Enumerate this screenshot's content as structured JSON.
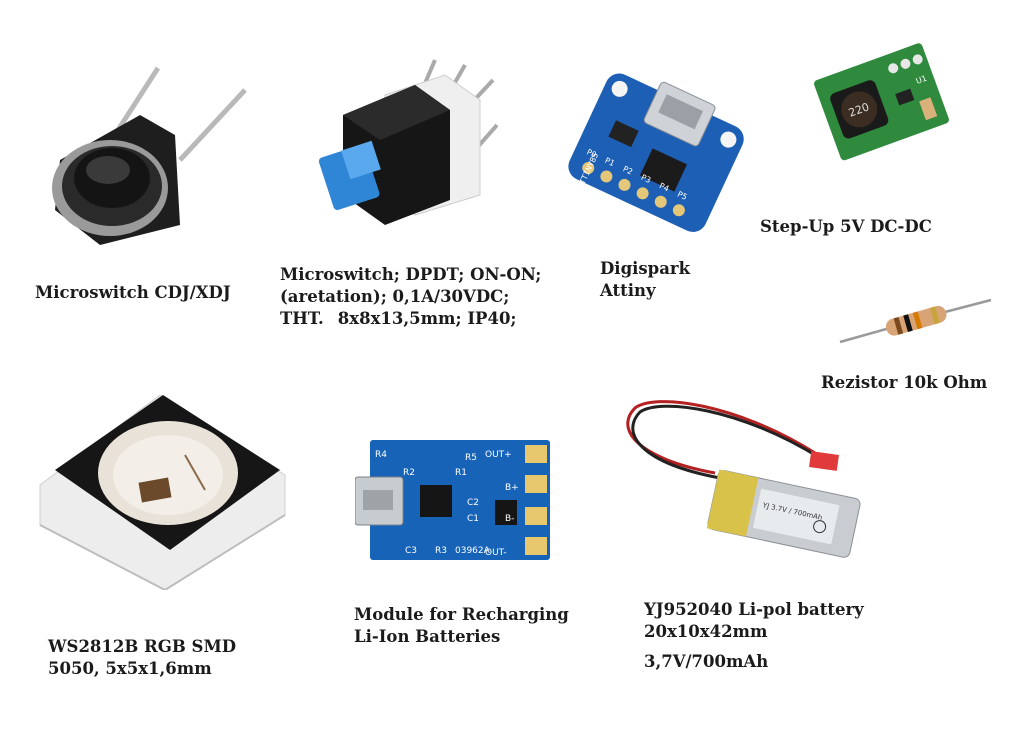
{
  "items": [
    {
      "id": "microswitch-cdj",
      "lines": [
        "Microswitch CDJ/XDJ"
      ]
    },
    {
      "id": "microswitch-dpdt",
      "lines": [
        "Microswitch; DPDT; ON-ON;",
        "(aretation); 0,1A/30VDC;",
        "THT.",
        "8x8x13,5mm; IP40;"
      ]
    },
    {
      "id": "digispark",
      "lines": [
        "Digispark",
        "Attiny"
      ]
    },
    {
      "id": "step-up",
      "lines": [
        "Step-Up 5V DC-DC"
      ]
    },
    {
      "id": "resistor",
      "lines": [
        "Rezistor 10k Ohm"
      ]
    },
    {
      "id": "ws2812b",
      "lines": [
        "WS2812B RGB SMD",
        "5050, 5x5x1,6mm"
      ]
    },
    {
      "id": "charger",
      "lines": [
        "Module for Recharging",
        "Li-Ion Batteries"
      ]
    },
    {
      "id": "battery",
      "lines": [
        "YJ952040 Li-pol  battery",
        "20x10x42mm",
        "3,7V/700mAh"
      ]
    }
  ],
  "pcb": {
    "digispark_pins": [
      "P0",
      "P1",
      "P2",
      "P3",
      "P4",
      "P5"
    ],
    "digispark_text": "ATTINY85",
    "stepup_chip": "220",
    "stepup_pad": "U1",
    "charger_marks": [
      "OUT+",
      "B+",
      "B-",
      "OUT-",
      "R5",
      "R2",
      "R1",
      "C2",
      "C1",
      "C3",
      "R3",
      "03962A",
      "R4"
    ]
  },
  "battery_text": "YJ 3.7V / 700mAh"
}
